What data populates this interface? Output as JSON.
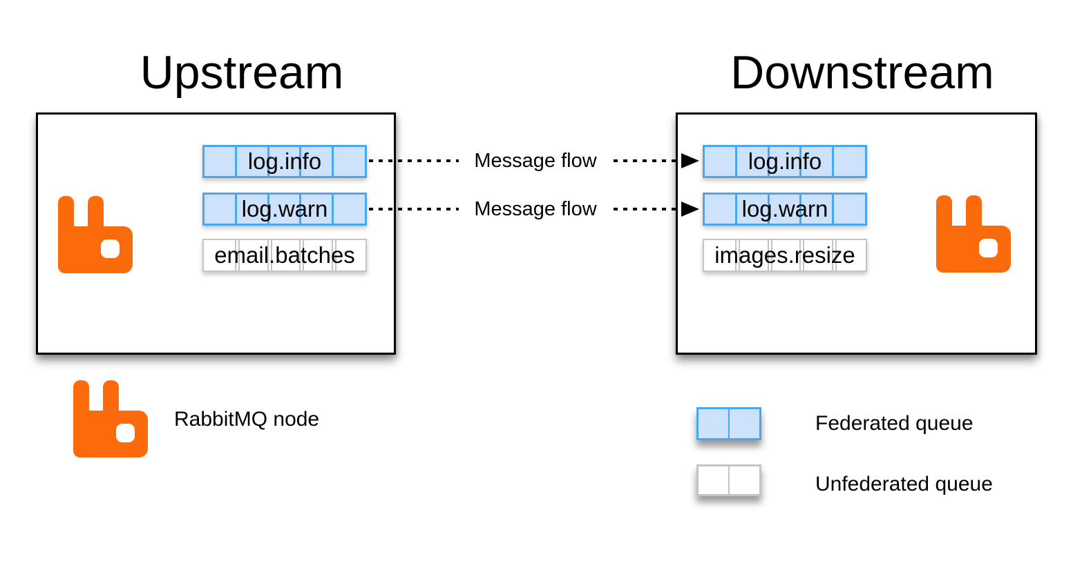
{
  "titles": {
    "upstream": "Upstream",
    "downstream": "Downstream"
  },
  "upstream": {
    "queues": [
      {
        "label": "log.info",
        "type": "federated"
      },
      {
        "label": "log.warn",
        "type": "federated"
      },
      {
        "label": "email.batches",
        "type": "unfederated"
      }
    ]
  },
  "downstream": {
    "queues": [
      {
        "label": "log.info",
        "type": "federated"
      },
      {
        "label": "log.warn",
        "type": "federated"
      },
      {
        "label": "images.resize",
        "type": "unfederated"
      }
    ]
  },
  "flows": [
    {
      "label": "Message flow"
    },
    {
      "label": "Message flow"
    }
  ],
  "legend": {
    "node": "RabbitMQ node",
    "federated": "Federated queue",
    "unfederated": "Unfederated queue"
  },
  "icons": {
    "rabbit": "rabbitmq-logo-icon",
    "arrow": "flow-arrowhead-icon"
  },
  "colors": {
    "rabbit_orange": "#FB6B0B",
    "federated_fill": "#CCE1FA",
    "federated_border": "#47A7F3",
    "unfederated_fill": "#FFFFFF",
    "unfederated_border": "#C4C4C4",
    "line_black": "#000000"
  }
}
